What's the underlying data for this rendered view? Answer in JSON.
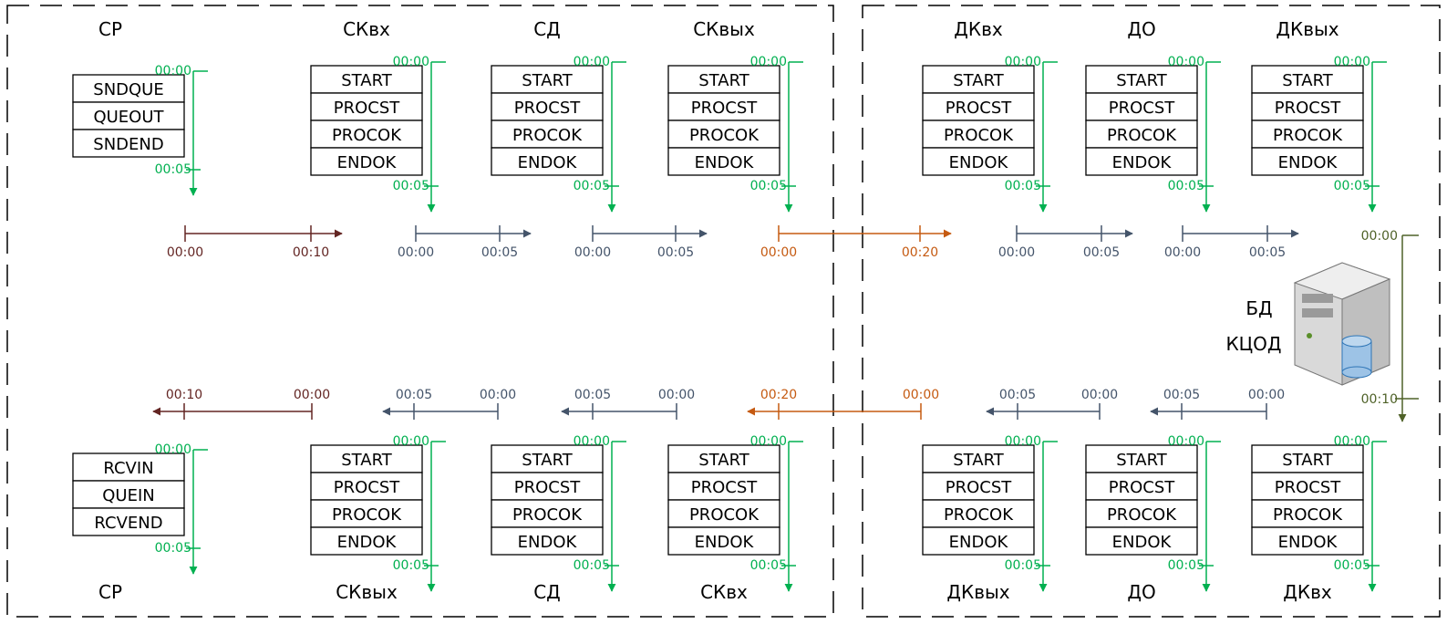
{
  "colors": {
    "frame": "#000000",
    "process_timeline": "#00b050",
    "link_short": "#44546a",
    "link_sp": "#632523",
    "link_long": "#c55a11",
    "db_timeline": "#4f6228"
  },
  "regions": [
    "left-frame",
    "right-frame"
  ],
  "top_row": {
    "labels": [
      "СР",
      "СКвх",
      "СД",
      "СКвых",
      "ДКвх",
      "ДО",
      "ДКвых"
    ],
    "sp_states": [
      "SNDQUE",
      "QUEOUT",
      "SNDEND"
    ],
    "node_states": [
      "START",
      "PROCST",
      "PROCOK",
      "ENDOK"
    ],
    "process_start": "00:00",
    "process_end": "00:05"
  },
  "bottom_row": {
    "labels": [
      "СР",
      "СКвых",
      "СД",
      "СКвх",
      "ДКвых",
      "ДО",
      "ДКвх"
    ],
    "sp_states": [
      "RCVIN",
      "QUEIN",
      "RCVEND"
    ],
    "node_states": [
      "START",
      "PROCST",
      "PROCOK",
      "ENDOK"
    ],
    "process_start": "00:00",
    "process_end": "00:05"
  },
  "forward_links": [
    {
      "start": "00:00",
      "end": "00:10",
      "kind": "link_sp"
    },
    {
      "start": "00:00",
      "end": "00:05",
      "kind": "link_short"
    },
    {
      "start": "00:00",
      "end": "00:05",
      "kind": "link_short"
    },
    {
      "start": "00:00",
      "end": "00:20",
      "kind": "link_long"
    },
    {
      "start": "00:00",
      "end": "00:05",
      "kind": "link_short"
    },
    {
      "start": "00:00",
      "end": "00:05",
      "kind": "link_short"
    }
  ],
  "backward_links": [
    {
      "start": "00:00",
      "end": "00:10",
      "kind": "link_sp"
    },
    {
      "start": "00:00",
      "end": "00:05",
      "kind": "link_short"
    },
    {
      "start": "00:00",
      "end": "00:05",
      "kind": "link_short"
    },
    {
      "start": "00:00",
      "end": "00:20",
      "kind": "link_long"
    },
    {
      "start": "00:00",
      "end": "00:05",
      "kind": "link_short"
    },
    {
      "start": "00:00",
      "end": "00:05",
      "kind": "link_short"
    }
  ],
  "database": {
    "label_line1": "БД",
    "label_line2": "КЦОД",
    "icon": "database-server-icon",
    "start": "00:00",
    "end": "00:10"
  }
}
